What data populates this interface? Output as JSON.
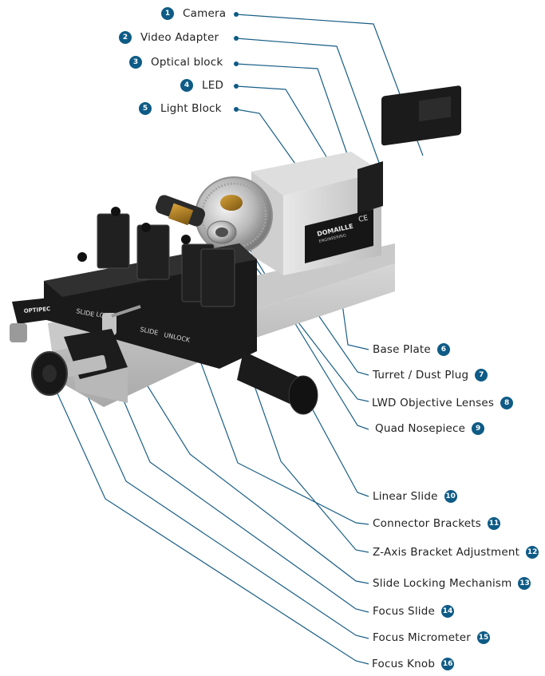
{
  "colors": {
    "accent": "#0e5b86",
    "leader": "#1a5f86",
    "text": "#222222"
  },
  "device": {
    "brand_name": "DOMAILLE",
    "brand_sub": "ENGINEERING",
    "ce_mark": "CE",
    "front_brand": "OPTIPEC",
    "slide_text": "SLIDE",
    "lock_text": "LOCK",
    "slide_text_2": "SLIDE",
    "unlock_text": "UNLOCK"
  },
  "labels": [
    {
      "num": "1",
      "text": "Camera"
    },
    {
      "num": "2",
      "text": "Video Adapter"
    },
    {
      "num": "3",
      "text": "Optical block"
    },
    {
      "num": "4",
      "text": "LED"
    },
    {
      "num": "5",
      "text": "Light Block"
    },
    {
      "num": "6",
      "text": "Base Plate"
    },
    {
      "num": "7",
      "text": "Turret / Dust Plug"
    },
    {
      "num": "8",
      "text": "LWD Objective Lenses"
    },
    {
      "num": "9",
      "text": "Quad Nosepiece"
    },
    {
      "num": "10",
      "text": "Linear Slide"
    },
    {
      "num": "11",
      "text": "Connector Brackets"
    },
    {
      "num": "12",
      "text": "Z-Axis Bracket Adjustment"
    },
    {
      "num": "13",
      "text": "Slide Locking Mechanism"
    },
    {
      "num": "14",
      "text": "Focus Slide"
    },
    {
      "num": "15",
      "text": "Focus Micrometer"
    },
    {
      "num": "16",
      "text": "Focus Knob"
    }
  ]
}
